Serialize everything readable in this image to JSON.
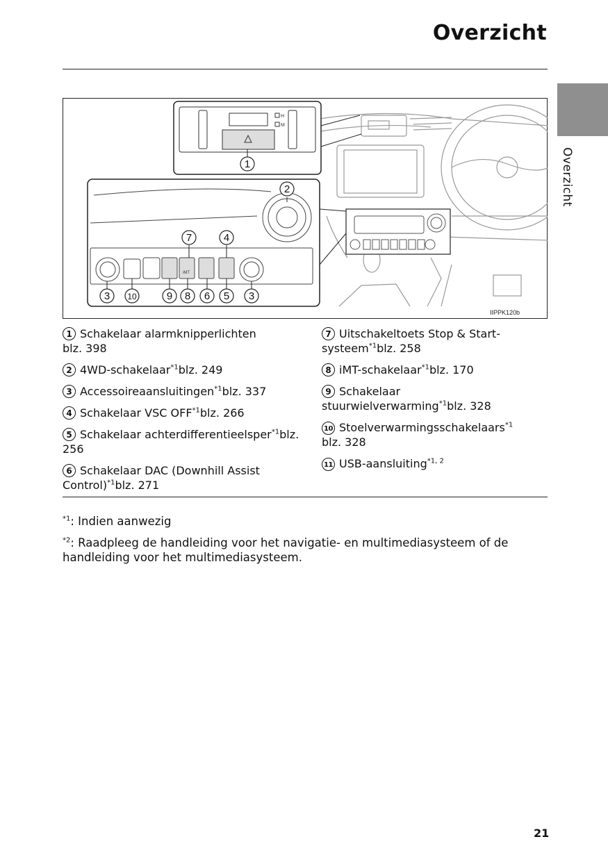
{
  "header": {
    "title": "Overzicht",
    "side_tab_label": "Overzicht"
  },
  "figure": {
    "image_code": "IIPPK120b",
    "callouts": [
      "1",
      "2",
      "3",
      "4",
      "5",
      "6",
      "7",
      "8",
      "9",
      "10",
      "3"
    ]
  },
  "items_left": [
    {
      "num": "1",
      "text": "Schakelaar alarmknipperlichten",
      "sup": "",
      "ref": "blz. 398"
    },
    {
      "num": "2",
      "text": "4WD-schakelaar",
      "sup": "*1",
      "ref": "blz. 249"
    },
    {
      "num": "3",
      "text": "Accessoireaansluitingen",
      "sup": "*1",
      "ref": "blz. 337"
    },
    {
      "num": "4",
      "text": "Schakelaar VSC OFF",
      "sup": "*1",
      "ref": "blz. 266"
    },
    {
      "num": "5",
      "text": "Schakelaar achterdifferentieelsper",
      "sup": "*1",
      "ref": "blz. 256"
    },
    {
      "num": "6",
      "text": "Schakelaar DAC (Downhill Assist Control)",
      "sup": "*1",
      "ref": "blz. 271"
    }
  ],
  "items_right": [
    {
      "num": "7",
      "text": "Uitschakeltoets Stop & Start-systeem",
      "sup": "*1",
      "ref": "blz. 258"
    },
    {
      "num": "8",
      "text": "iMT-schakelaar",
      "sup": "*1",
      "ref": "blz. 170"
    },
    {
      "num": "9",
      "text": "Schakelaar stuurwielverwarming",
      "sup": "*1",
      "ref": "blz. 328"
    },
    {
      "num": "10",
      "text": "Stoelverwarmingsschakelaars",
      "sup": "*1",
      "ref": "blz. 328"
    },
    {
      "num": "11",
      "text": "USB-aansluiting",
      "sup": "*1, 2",
      "ref": ""
    }
  ],
  "footnotes": [
    {
      "mark": "*1",
      "text": ": Indien aanwezig"
    },
    {
      "mark": "*2",
      "text": ": Raadpleeg de handleiding voor het navigatie- en multimediasysteem of de handleiding voor het multimediasysteem."
    }
  ],
  "page_number": "21"
}
